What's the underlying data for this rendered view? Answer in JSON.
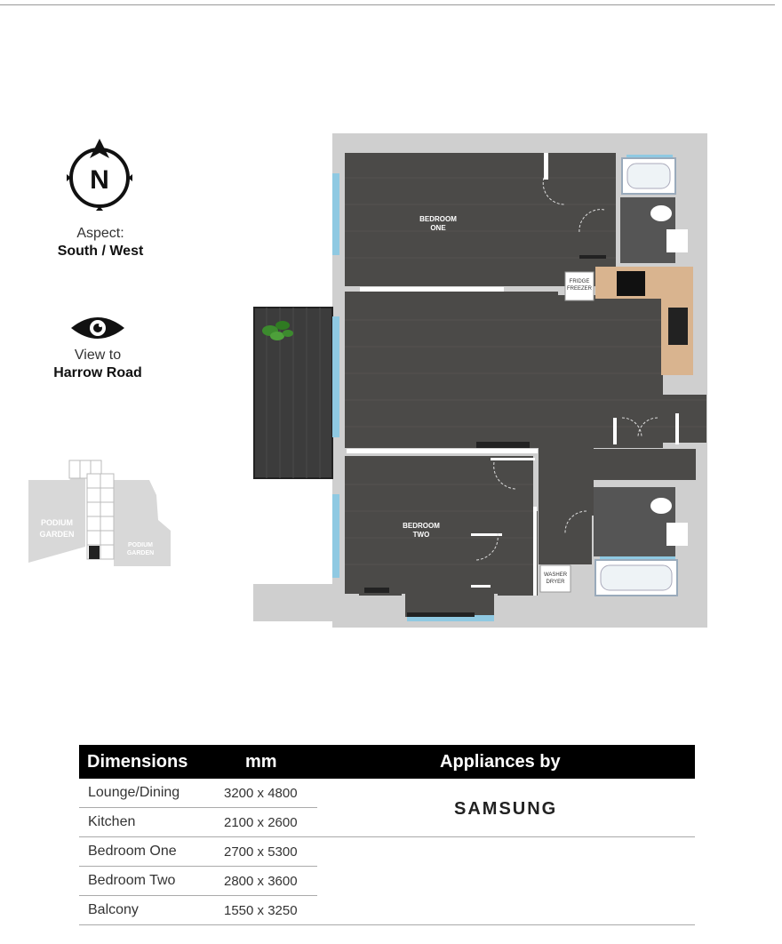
{
  "orientation": {
    "compass_letter": "N",
    "aspect_label": "Aspect:",
    "aspect_value": "South / West",
    "view_label": "View to",
    "view_value": "Harrow Road"
  },
  "icons": {
    "compass": "compass-north-icon",
    "eye": "eye-icon",
    "plant": "plant-icon"
  },
  "key_plan": {
    "labels": [
      "PODIUM",
      "GARDEN",
      "PODIUM",
      "GARDEN"
    ]
  },
  "floor_plan": {
    "rooms": [
      {
        "line1": "BEDROOM",
        "line2": "ONE"
      },
      {
        "line1": "BEDROOM",
        "line2": "TWO"
      }
    ],
    "appliances": [
      {
        "line1": "FRIDGE",
        "line2": "FREEZER"
      },
      {
        "line1": "WASHER",
        "line2": "DRYER"
      }
    ],
    "colors": {
      "floor": "#4b4a48",
      "wall": "#cfcfcf",
      "kitchen": "#d9b48f",
      "window": "#8fc9e2",
      "tile": "#555555"
    }
  },
  "dimensions": {
    "header_dimensions": "Dimensions",
    "header_mm": "mm",
    "header_appliances": "Appliances by",
    "brand": "SAMSUNG",
    "rows": [
      {
        "room": "Lounge/Dining",
        "size": "3200 x 4800"
      },
      {
        "room": "Kitchen",
        "size": "2100 x 2600"
      },
      {
        "room": "Bedroom One",
        "size": "2700 x 5300"
      },
      {
        "room": "Bedroom Two",
        "size": "2800 x 3600"
      },
      {
        "room": "Balcony",
        "size": "1550 x 3250"
      }
    ]
  }
}
